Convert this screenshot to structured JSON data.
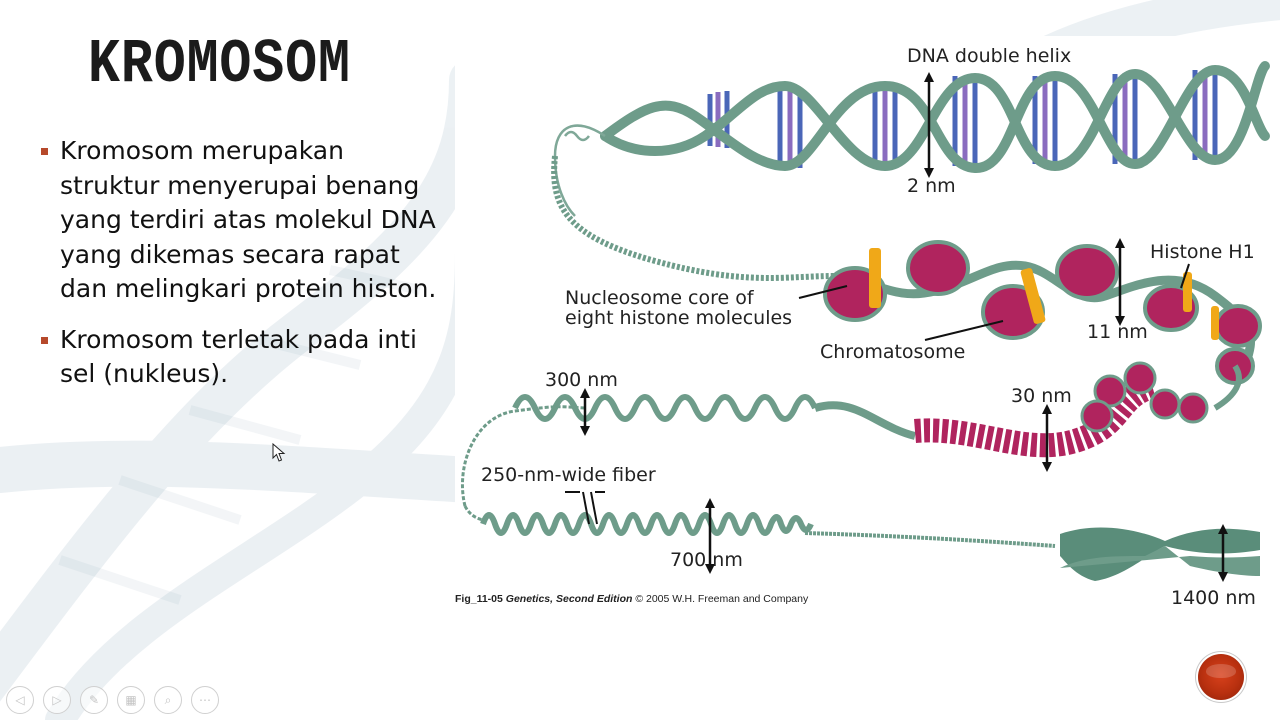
{
  "slide": {
    "title": "KROMOSOM",
    "bullets": [
      "Kromosom merupakan struktur menyerupai benang yang terdiri atas molekul DNA yang dikemas secara rapat dan melingkari protein histon.",
      "Kromosom terletak pada inti sel (nukleus)."
    ],
    "accent_color": "#b6492b"
  },
  "figure": {
    "labels": {
      "dna_double_helix": "DNA double helix",
      "width_2nm": "2 nm",
      "histone_h1": "Histone H1",
      "nucleosome_line1": "Nucleosome core of",
      "nucleosome_line2": "eight histone molecules",
      "width_11nm": "11 nm",
      "chromatosome": "Chromatosome",
      "width_300nm": "300 nm",
      "width_30nm": "30 nm",
      "fiber_250nm": "250-nm-wide fiber",
      "width_700nm": "700 nm",
      "width_1400nm": "1400 nm"
    },
    "caption": {
      "id": "Fig_11-05",
      "book": "Genetics, Second Edition",
      "copyright": "© 2005 W.H. Freeman and Company"
    },
    "colors": {
      "strand": "#6e9c8a",
      "base_blue": "#4a66b8",
      "base_purple": "#8a6cbf",
      "nucleosome": "#b0245e",
      "histone_h1": "#f0a818"
    }
  },
  "navigation": {
    "buttons": [
      {
        "name": "previous-slide",
        "icon": "arrow-left-icon",
        "glyph": "◁"
      },
      {
        "name": "next-slide",
        "icon": "arrow-right-icon",
        "glyph": "▷"
      },
      {
        "name": "pen-tool",
        "icon": "pen-icon",
        "glyph": "✎"
      },
      {
        "name": "see-all-slides",
        "icon": "grid-icon",
        "glyph": "▦"
      },
      {
        "name": "zoom",
        "icon": "magnifier-icon",
        "glyph": "⌕"
      },
      {
        "name": "more-options",
        "icon": "ellipsis-icon",
        "glyph": "⋯"
      }
    ]
  }
}
